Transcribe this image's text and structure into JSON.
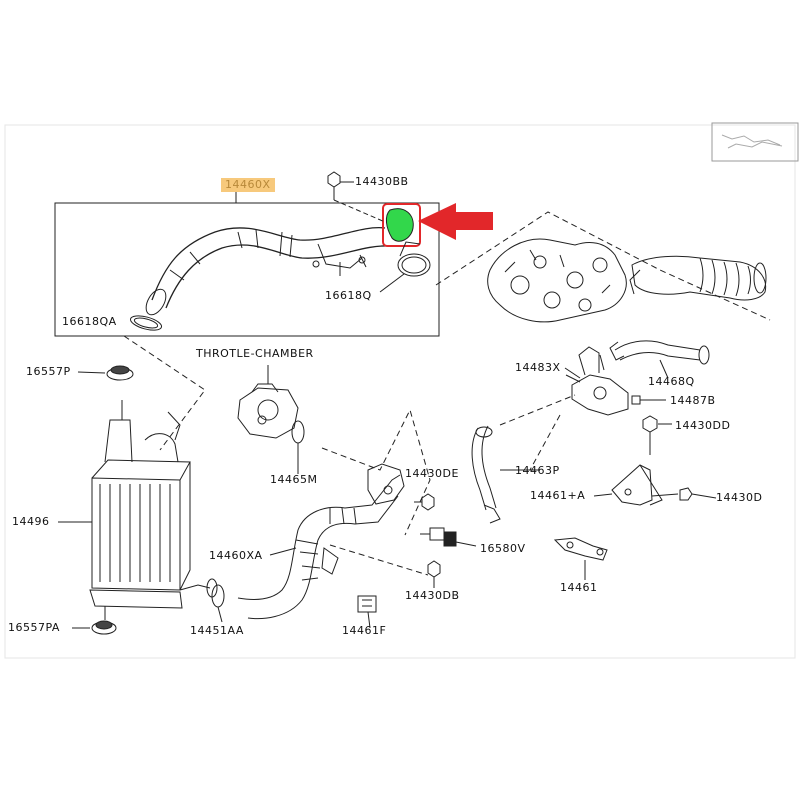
{
  "colors": {
    "ink": "#222222",
    "highlight_fill": "#f7c97c",
    "highlight_text": "#b8893a",
    "pointer_arrow": "#e2272a",
    "marked_part": "#32d74b"
  },
  "labels": {
    "p14460x": "14460X",
    "p14430bb": "14430BB",
    "p16618q": "16618Q",
    "p16618qa": "16618QA",
    "p16557p": "16557P",
    "throttle_chamber": "THROTLE-CHAMBER",
    "p14483x": "14483X",
    "p14468q": "14468Q",
    "p14487b": "14487B",
    "p14430dd": "14430DD",
    "p14465m": "14465M",
    "p14430de": "14430DE",
    "p14463p": "14463P",
    "p14461a": "14461+A",
    "p14430d": "14430D",
    "p14496": "14496",
    "p14460xa": "14460XA",
    "p16580v": "16580V",
    "p14461": "14461",
    "p14430db": "14430DB",
    "p16557pa": "16557PA",
    "p14451aa": "14451AA",
    "p14461f": "14461F"
  }
}
